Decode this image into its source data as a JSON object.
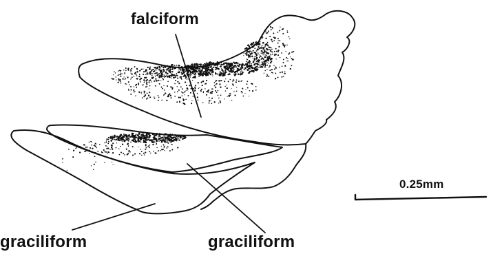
{
  "labels": {
    "falciform": "falciform",
    "graciliform_left": "graciliform",
    "graciliform_right": "graciliform"
  },
  "scale_bar": {
    "label": "0.25mm"
  },
  "colors": {
    "ink": "#111111",
    "background": "#ffffff"
  }
}
